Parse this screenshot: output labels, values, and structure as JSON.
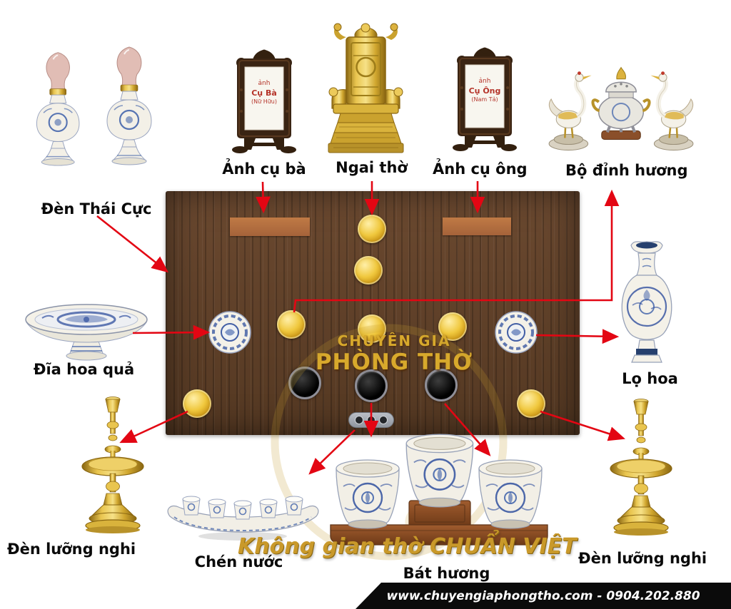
{
  "labels": {
    "den_thai_cuc": "Đèn Thái Cực",
    "anh_cu_ba": "Ảnh cụ bà",
    "ngai_tho": "Ngai thờ",
    "anh_cu_ong": "Ảnh cụ ông",
    "bo_dinh_huong": "Bộ đỉnh hương",
    "dia_hoa_qua": "Đĩa hoa quả",
    "lo_hoa": "Lọ hoa",
    "den_luong_nghi": "Đèn lưỡng nghi",
    "chen_nuoc": "Chén nước",
    "bat_huong": "Bát hương"
  },
  "photo_frames": {
    "grandmother": {
      "caption_line1": "ảnh",
      "caption_line2": "Cụ Bà",
      "caption_line3": "(Nữ Hữu)"
    },
    "grandfather": {
      "caption_line1": "ảnh",
      "caption_line2": "Cụ Ông",
      "caption_line3": "(Nam Tả)"
    }
  },
  "watermark": {
    "brand_line1": "CHUYÊN GIA",
    "brand_line2": "PHÒNG THỜ",
    "tagline": "Không gian thờ CHUẨN VIỆT"
  },
  "footer": {
    "contact": "www.chuyengiaphongtho.com - 0904.202.880"
  },
  "colors": {
    "arrow": "#e30613",
    "gold": "#d8a92c",
    "wood": "#5f4027"
  }
}
